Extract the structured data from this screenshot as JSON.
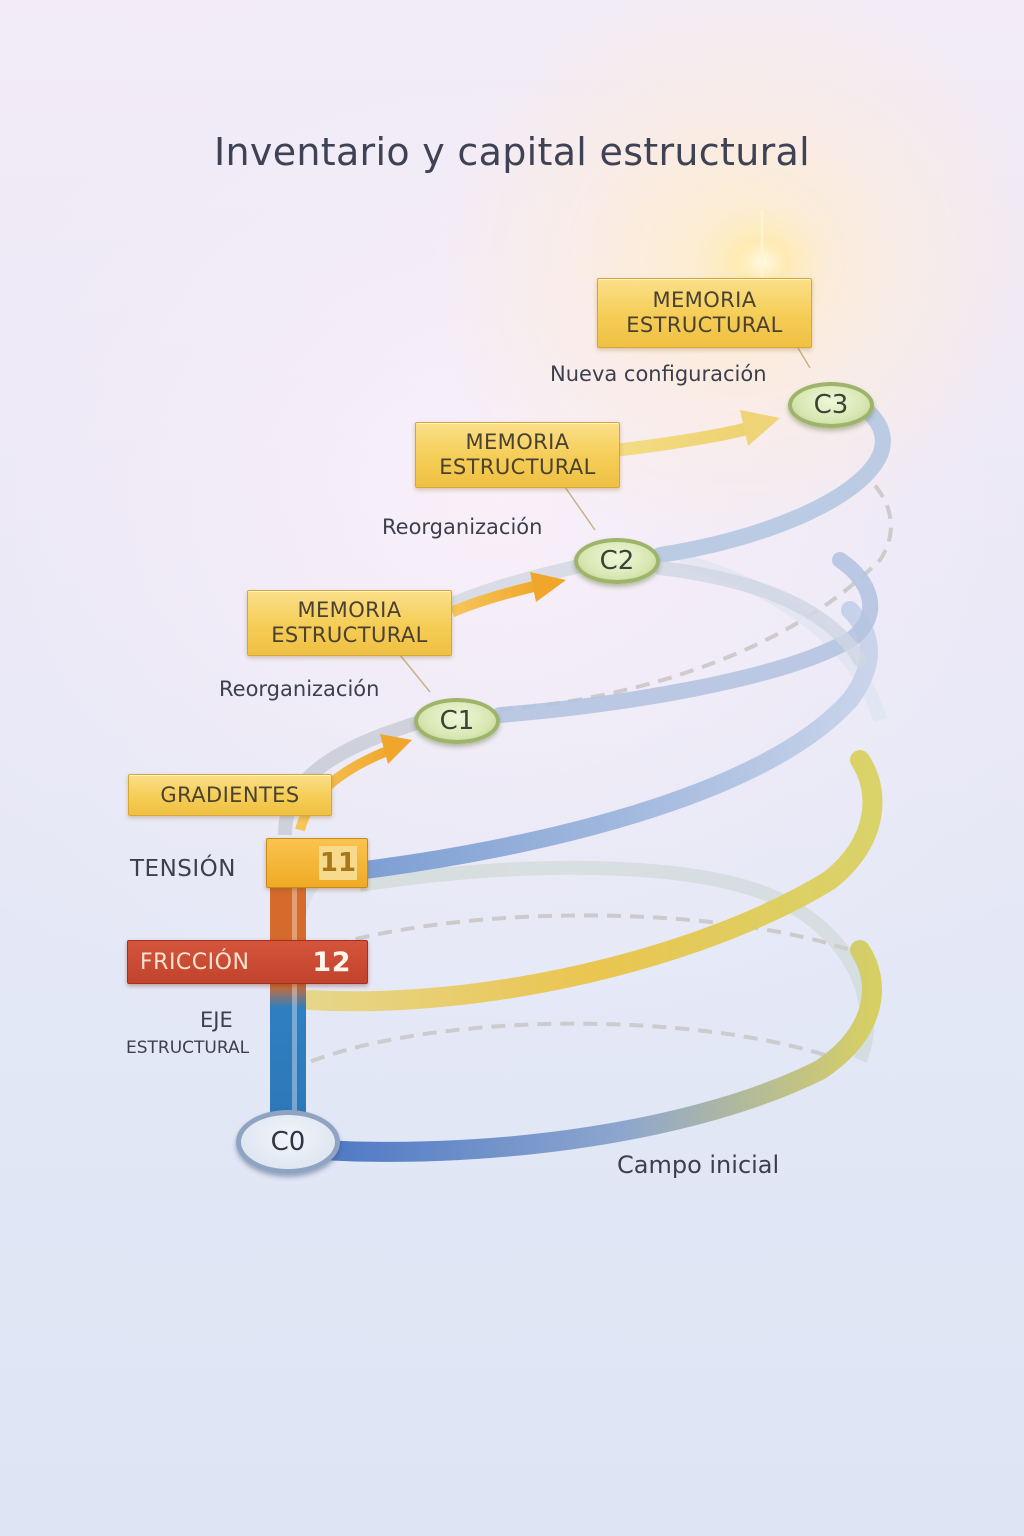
{
  "title": "Inventario y capital estructural",
  "colors": {
    "memory_box": "#f5cd55",
    "tension": "#f1aa25",
    "friction": "#c2432c",
    "axis_blue": "#2f7fc0",
    "node_green": "#d8e8b4",
    "node_blue": "#dfe7f1",
    "spiral_blue": "#9fb6dc",
    "spiral_yellow": "#e9cf5a"
  },
  "nodes": [
    {
      "id": "C0",
      "label": "C0",
      "caption": "Campo inicial"
    },
    {
      "id": "C1",
      "label": "C1",
      "caption": "Reorganización"
    },
    {
      "id": "C2",
      "label": "C2",
      "caption": "Reorganización"
    },
    {
      "id": "C3",
      "label": "C3",
      "caption": "Nueva configuración"
    }
  ],
  "memory_boxes": [
    {
      "line1": "MEMORIA",
      "line2": "ESTRUCTURAL",
      "target": "C1"
    },
    {
      "line1": "MEMORIA",
      "line2": "ESTRUCTURAL",
      "target": "C2"
    },
    {
      "line1": "MEMORIA",
      "line2": "ESTRUCTURAL",
      "target": "C3"
    }
  ],
  "gradients": {
    "label": "GRADIENTES"
  },
  "tension": {
    "label": "TENSIÓN",
    "value": "11"
  },
  "friction": {
    "label": "FRICCIÓN",
    "value": "12"
  },
  "axis": {
    "line1": "EJE",
    "line2": "ESTRUCTURAL"
  }
}
